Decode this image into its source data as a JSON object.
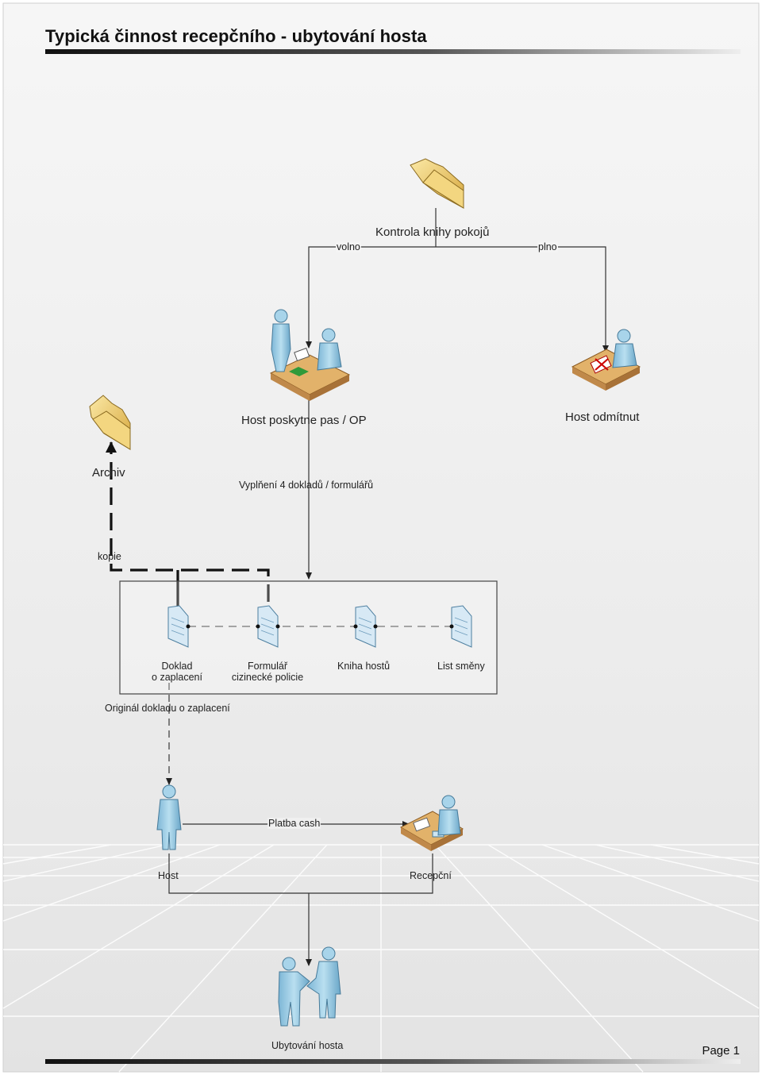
{
  "title": "Typická činnost recepčního - ubytování hosta",
  "page_label": "Page 1",
  "nodes": {
    "kontrola": "Kontrola knihy pokojů",
    "host_poskytne": "Host poskytne pas / OP",
    "host_odmitnut": "Host odmítnut",
    "archiv": "Archiv",
    "doklad_line1": "Doklad",
    "doklad_line2": "o zaplacení",
    "formular_line1": "Formulář",
    "formular_line2": "cizinecké policie",
    "kniha": "Kniha hostů",
    "list": "List směny",
    "host": "Host",
    "recepcni": "Recepční",
    "ubytovani": "Ubytování hosta"
  },
  "edges": {
    "volno": "volno",
    "plno": "plno",
    "vyplneni": "Vyplňení 4 dokladů / formulářů",
    "kopie": "kopie",
    "original": "Originál dokladu o zaplacení",
    "platba": "Platba cash"
  },
  "colors": {
    "folder": "#e8c25a",
    "desk": "#e2b26a",
    "person": "#9ccbe0",
    "document": "#d7e9f5",
    "connector": "#333333"
  }
}
